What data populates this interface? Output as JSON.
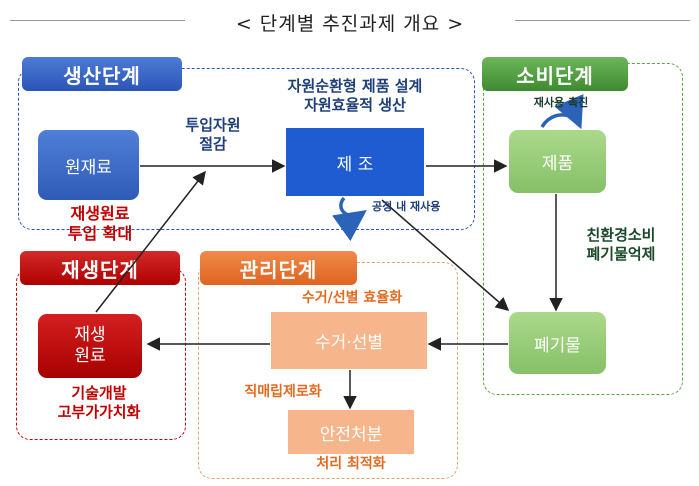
{
  "title": "< 단계별 추진과제 개요 >",
  "stages": {
    "production": "생산단계",
    "consumption": "소비단계",
    "recycling": "재생단계",
    "management": "관리단계"
  },
  "boxes": {
    "raw_material": "원재료",
    "manufacturing": "제 조",
    "product": "제품",
    "waste": "폐기물",
    "recycled_material_line1": "재생",
    "recycled_material_line2": "원료",
    "collection_sorting": "수거·선별",
    "safe_disposal": "안전처분"
  },
  "notes": {
    "input_reduction_line1": "투입자원",
    "input_reduction_line2": "절감",
    "circular_design_line1": "자원순환형 제품 설계",
    "circular_design_line2": "자원효율적 생산",
    "process_reuse": "공정 내 재사용",
    "reuse_promotion": "재사용 촉진",
    "recycled_input_line1": "재생원료",
    "recycled_input_line2": "투입 확대",
    "eco_consumption_line1": "친환경소비",
    "eco_consumption_line2": "폐기물억제",
    "collection_efficiency": "수거/선별 효율화",
    "direct_landfill_zero": "직매립제로화",
    "treatment_optimization": "처리 최적화",
    "tech_development_line1": "기술개발",
    "tech_development_line2": "고부가가치화"
  },
  "colors": {
    "production": "#2a55b8",
    "consumption": "#4a9a3a",
    "recycling": "#c00000",
    "management": "#e26b22",
    "manufacturing_box": "#1f5bd1",
    "product_box": "#9bd079",
    "collection_box": "#f7b58c",
    "note_blue": "#1f3e7a",
    "note_red": "#c00000",
    "note_green": "#1a4a2a",
    "note_orange": "#e26b22"
  }
}
